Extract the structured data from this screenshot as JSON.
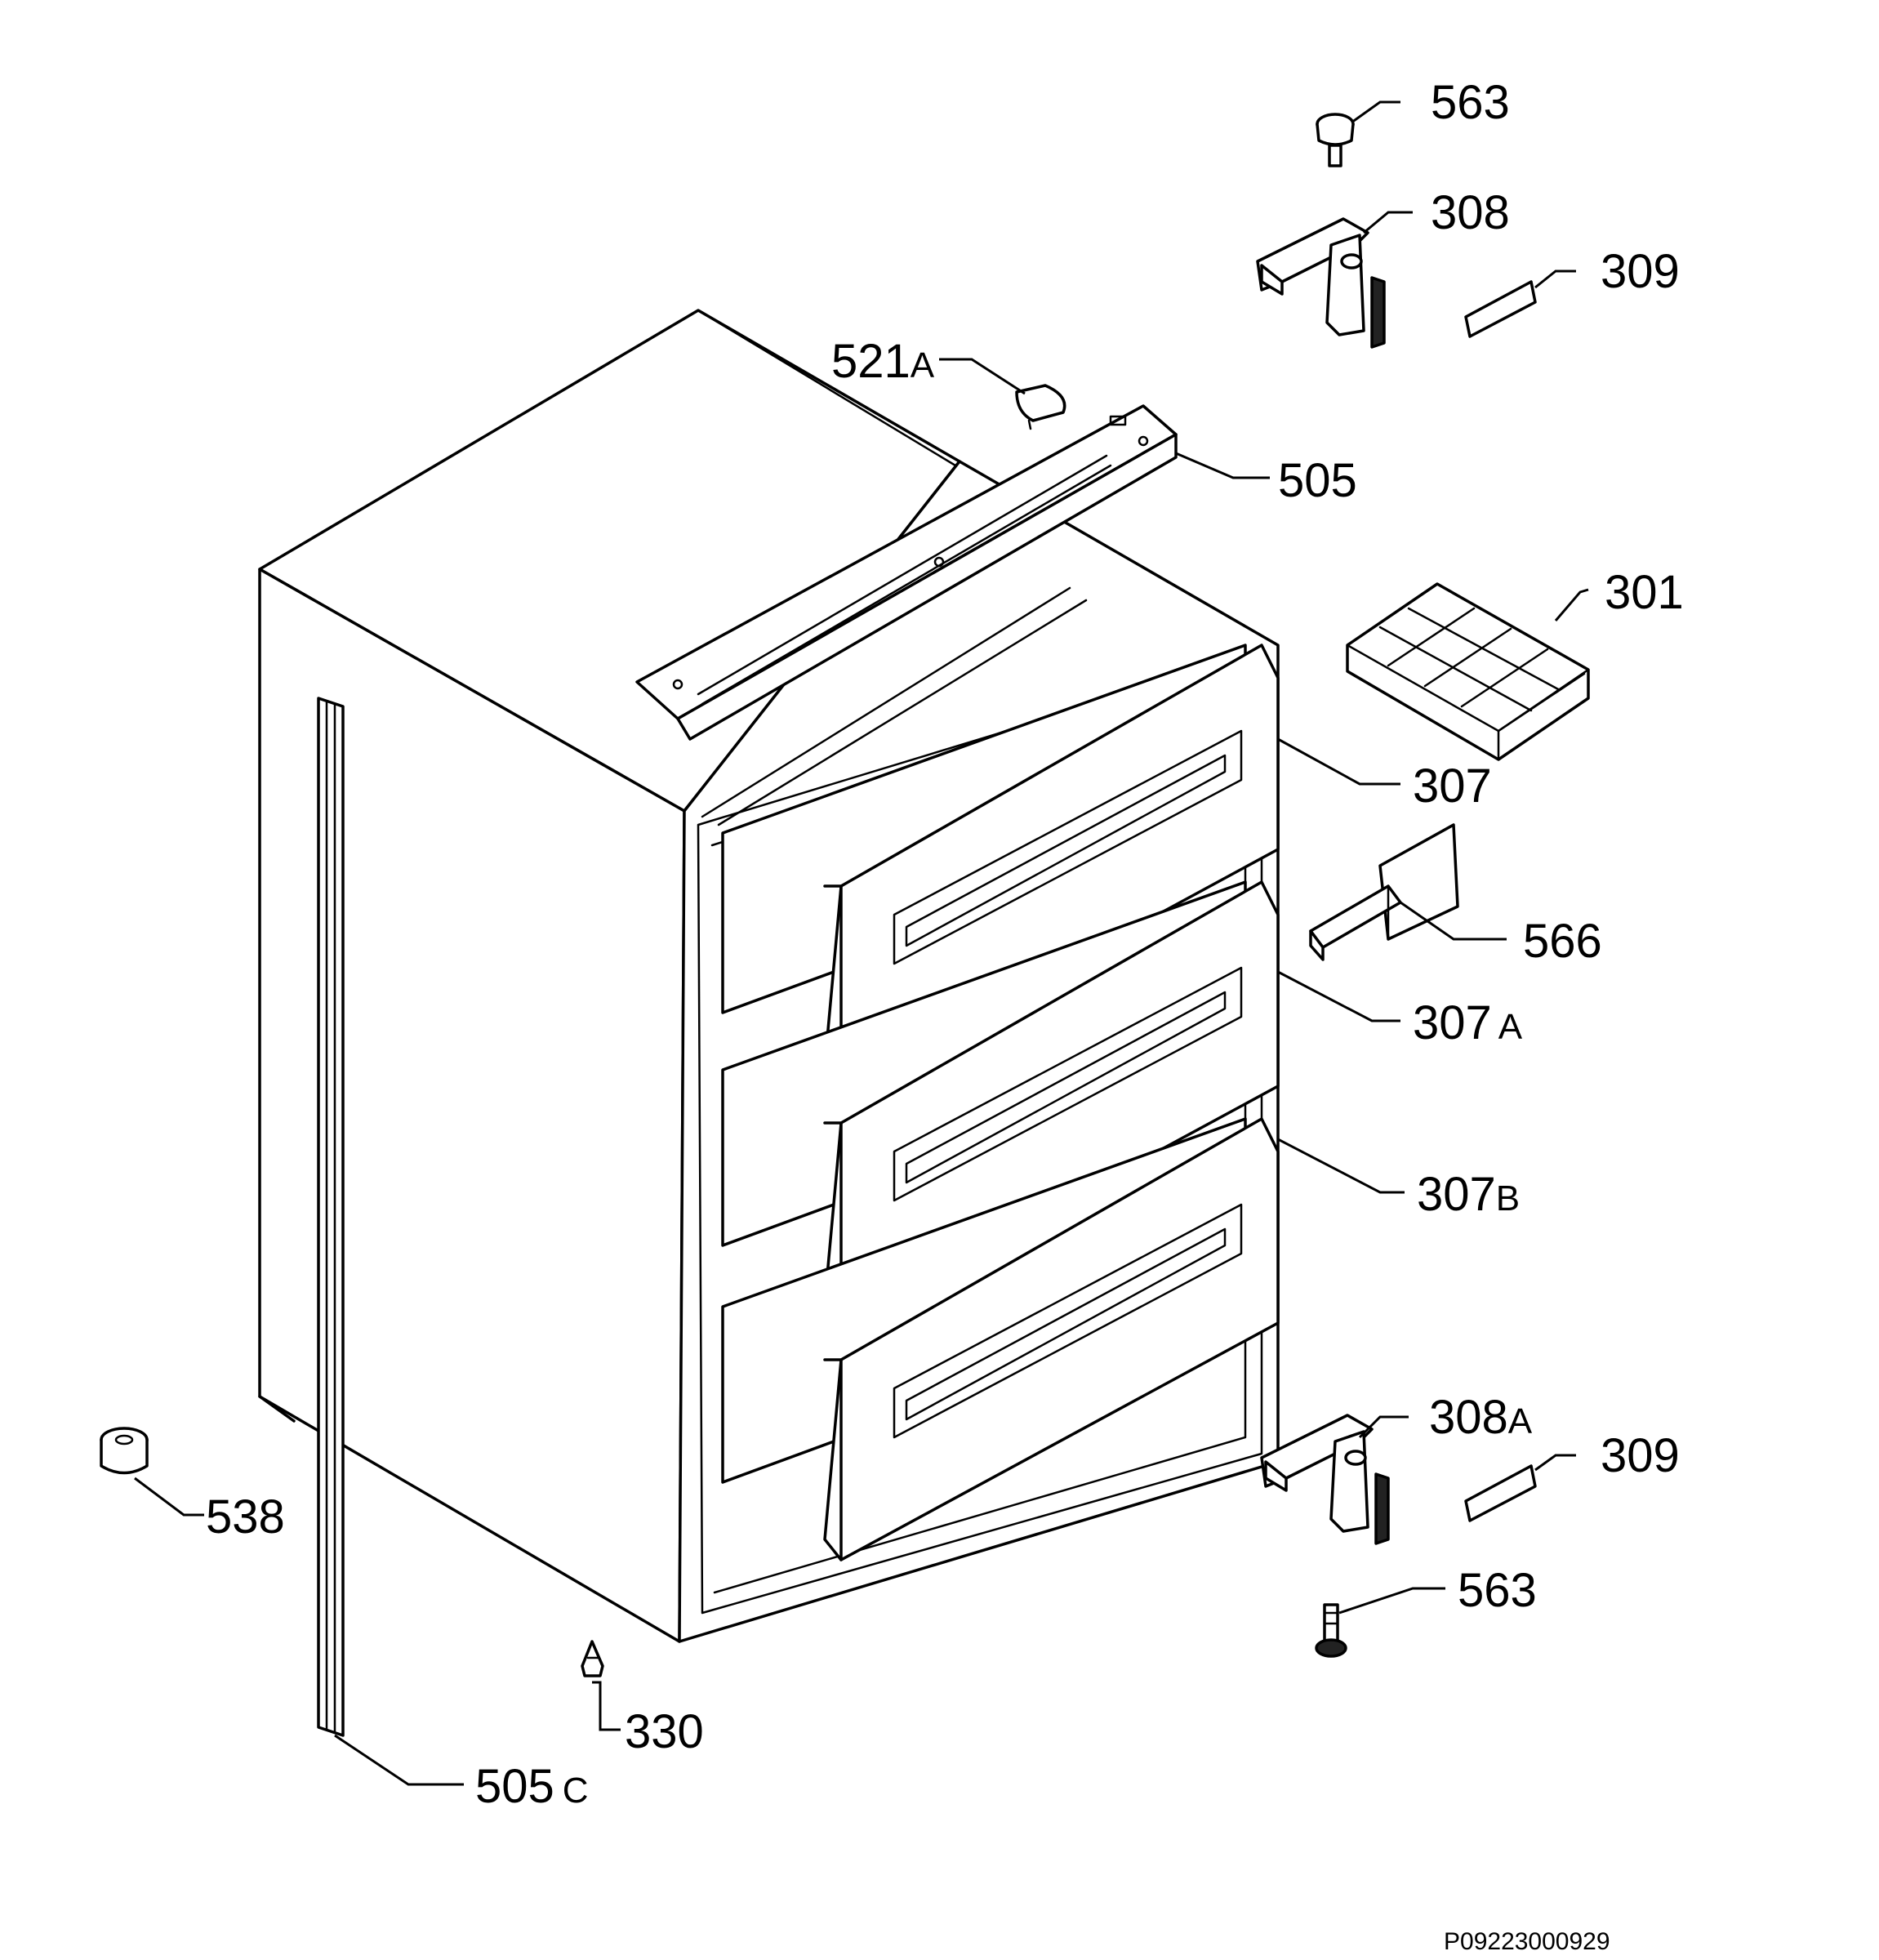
{
  "diagram": {
    "labels": {
      "p563_top": {
        "num": "563",
        "suffix": ""
      },
      "p308": {
        "num": "308",
        "suffix": ""
      },
      "p309_top": {
        "num": "309",
        "suffix": ""
      },
      "p521a": {
        "num": "521",
        "suffix": "A"
      },
      "p505": {
        "num": "505",
        "suffix": ""
      },
      "p301": {
        "num": "301",
        "suffix": ""
      },
      "p307": {
        "num": "307",
        "suffix": ""
      },
      "p566": {
        "num": "566",
        "suffix": ""
      },
      "p307a": {
        "num": "307",
        "suffix": "A"
      },
      "p307b": {
        "num": "307",
        "suffix": "B"
      },
      "p308a": {
        "num": "308",
        "suffix": "A"
      },
      "p309_bottom": {
        "num": "309",
        "suffix": ""
      },
      "p538": {
        "num": "538",
        "suffix": ""
      },
      "p563_bottom": {
        "num": "563",
        "suffix": ""
      },
      "p330": {
        "num": "330",
        "suffix": ""
      },
      "p505c": {
        "num": "505",
        "suffix": "C"
      }
    },
    "drawing_code": "P09223000929"
  }
}
